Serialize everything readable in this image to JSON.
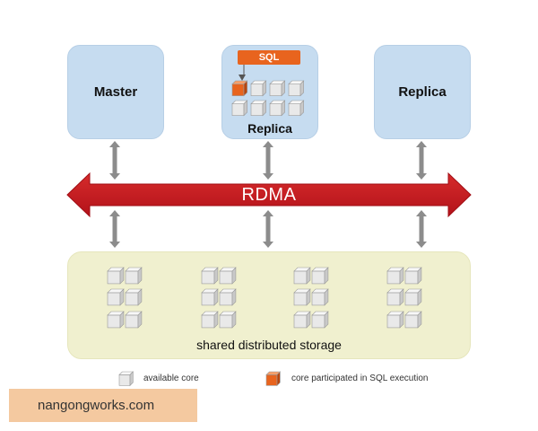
{
  "nodes": {
    "master": "Master",
    "replica_center": "Replica",
    "replica_right": "Replica"
  },
  "sql_label": "SQL",
  "bus_label": "RDMA",
  "storage_label": "shared distributed storage",
  "legend": {
    "available": "available core",
    "participated": "core participated in SQL execution"
  },
  "watermark": "nangongworks.com",
  "colors": {
    "node_fill": "#c6dcf0",
    "storage_fill": "#f0f0cf",
    "bus_red": "#c8161d",
    "sql_orange": "#e8641e",
    "core_gray": "#e6e6e6",
    "watermark_bg": "#f4c9a0"
  }
}
